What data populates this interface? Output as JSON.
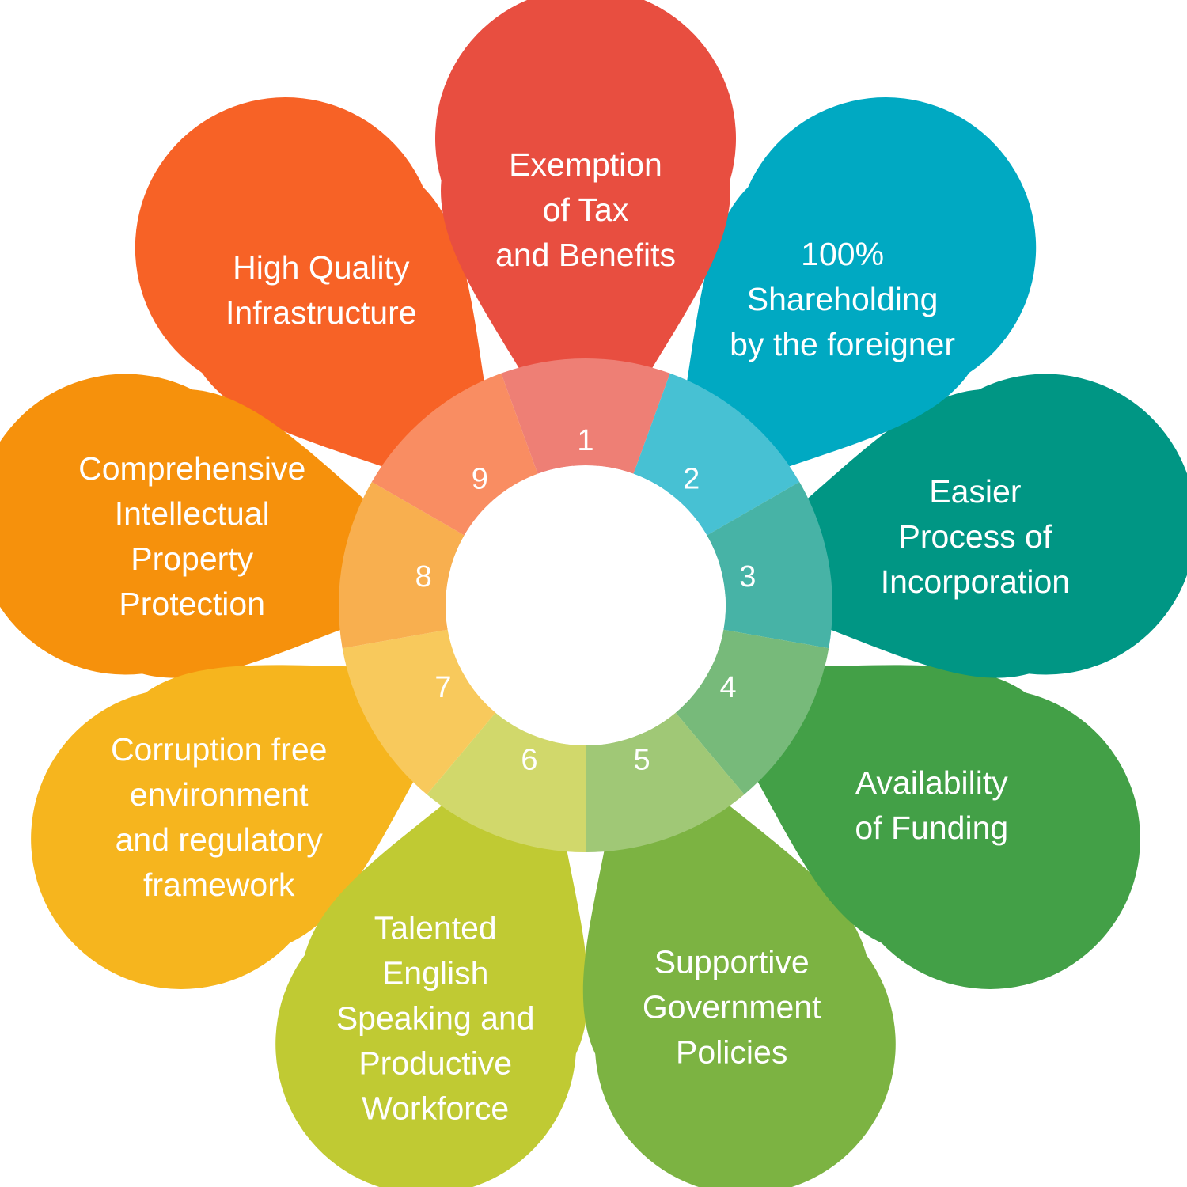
{
  "petals": [
    {
      "number": "1",
      "lines": [
        "Exemption",
        "of Tax",
        "and Benefits"
      ],
      "color": "#E84E40"
    },
    {
      "number": "2",
      "lines": [
        "100%",
        "Shareholding",
        "by the foreigner"
      ],
      "color": "#00A9C2"
    },
    {
      "number": "3",
      "lines": [
        "Easier",
        "Process of",
        "Incorporation"
      ],
      "color": "#009684"
    },
    {
      "number": "4",
      "lines": [
        "Availability",
        "of Funding"
      ],
      "color": "#43A047"
    },
    {
      "number": "5",
      "lines": [
        "Supportive",
        "Government",
        "Policies"
      ],
      "color": "#7CB342"
    },
    {
      "number": "6",
      "lines": [
        "Talented",
        "English",
        "Speaking and",
        "Productive",
        "Workforce"
      ],
      "color": "#C0CA33"
    },
    {
      "number": "7",
      "lines": [
        "Corruption free",
        "environment",
        "and regulatory",
        "framework"
      ],
      "color": "#F6B51E"
    },
    {
      "number": "8",
      "lines": [
        "Comprehensive",
        "Intellectual",
        "Property",
        "Protection"
      ],
      "color": "#F6910C"
    },
    {
      "number": "9",
      "lines": [
        "High Quality",
        "Infrastructure"
      ],
      "color": "#F76226"
    }
  ]
}
